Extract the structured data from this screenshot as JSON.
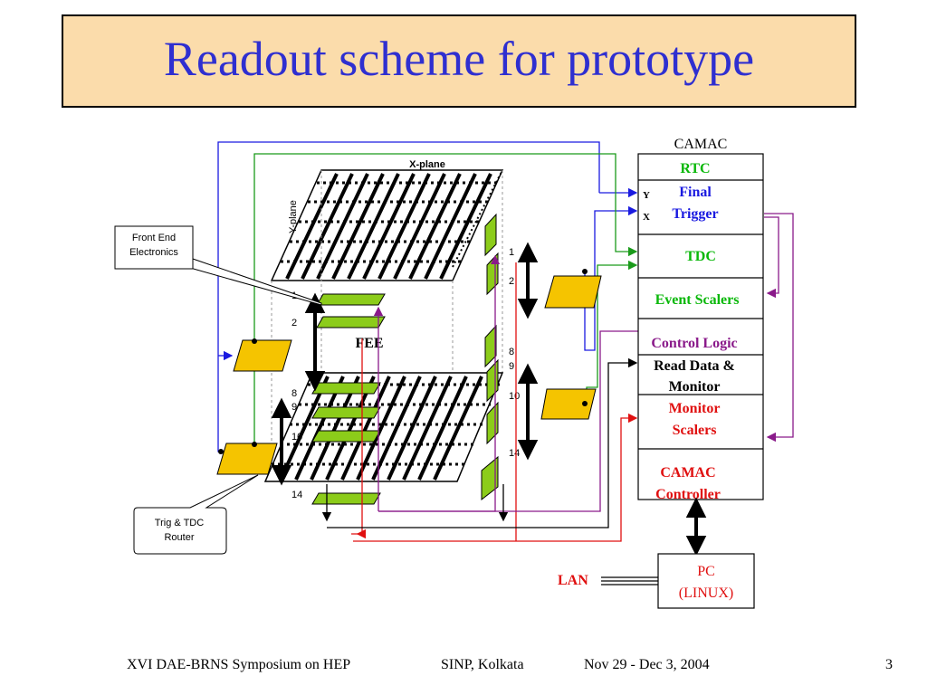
{
  "title": "Readout scheme for prototype",
  "diagram": {
    "x_plane_label": "X-plane",
    "y_plane_label": "Y-plane",
    "fee_label": "FEE",
    "front_end_callout": [
      "Front End",
      "Electronics"
    ],
    "trig_router_callout": [
      "Trig & TDC",
      "Router"
    ],
    "left_numbers": [
      "1",
      "2",
      "8",
      "9",
      "10",
      "14"
    ],
    "right_numbers": [
      "1",
      "2",
      "8",
      "9",
      "10",
      "14"
    ],
    "camac_title": "CAMAC",
    "modules": {
      "rtc": "RTC",
      "final_trigger": [
        "Final",
        "Trigger"
      ],
      "y_port": "Y",
      "x_port": "X",
      "tdc": "TDC",
      "event_scalers": "Event Scalers",
      "control_logic": "Control Logic",
      "read_data": [
        "Read Data &",
        "Monitor"
      ],
      "monitor_scalers": [
        "Monitor",
        "Scalers"
      ],
      "camac_controller": [
        "CAMAC",
        "Controller"
      ]
    },
    "pc": [
      "PC",
      "(LINUX)"
    ],
    "lan": "LAN",
    "colors": {
      "title_text": "#2f2fd0",
      "title_bg": "#fbdcab",
      "fee_green": "#8ccc1a",
      "router_yellow": "#f5c400",
      "blue_line": "#1a1ae0",
      "green_line": "#1a9a1a",
      "red_line": "#e01010",
      "purple_line": "#8a1a8a",
      "module_green": "#0ab80a",
      "module_blue": "#1a1ae0",
      "module_red": "#e01010",
      "module_purple": "#8a1a8a"
    }
  },
  "footer": {
    "conference": "XVI DAE-BRNS Symposium on HEP",
    "venue": "SINP, Kolkata",
    "dates": "Nov 29 - Dec 3, 2004",
    "page": "3"
  }
}
